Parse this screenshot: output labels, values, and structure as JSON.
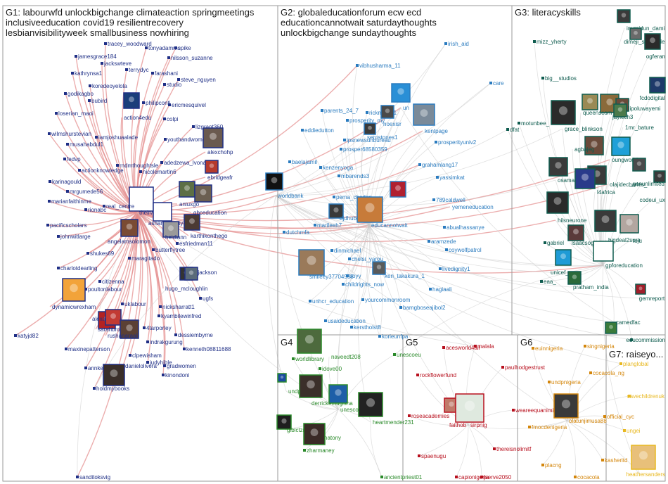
{
  "colors": {
    "g1": "#1f2f86",
    "g2": "#2a7bbf",
    "g3": "#0f5c4f",
    "g4": "#2a8a2a",
    "g5": "#b8101e",
    "g6": "#d4860b",
    "g7": "#e8b820",
    "edge_gray": "#c9c9c9",
    "edge_red": "#e48c8c"
  },
  "groups": [
    {
      "id": "G1",
      "title_lines": [
        "G1: labourwfd unlockbigchange climateaction springmeetings",
        "inclusiveeducation covid19 resilientrecovery",
        "lesbianvisibilityweek smallbusiness nowhiring"
      ]
    },
    {
      "id": "G2",
      "title_lines": [
        "G2: globaleducationforum ecw ecd",
        "educationcannotwait saturdaythoughts",
        "unlockbigchange sundaythoughts"
      ]
    },
    {
      "id": "G3",
      "title_lines": [
        "G3: literacyskills"
      ]
    },
    {
      "id": "G4",
      "title_lines": [
        "G4"
      ]
    },
    {
      "id": "G5",
      "title_lines": [
        "G5"
      ]
    },
    {
      "id": "G6",
      "title_lines": [
        "G6"
      ]
    },
    {
      "id": "G7",
      "title_lines": [
        "G7: raiseyo..."
      ]
    }
  ],
  "nodes": [
    {
      "label": "jamesgrace184",
      "group": "g1"
    },
    {
      "label": "tracey_woodward",
      "group": "g1"
    },
    {
      "label": "tonyadamms",
      "group": "g1"
    },
    {
      "label": "spike",
      "group": "g1"
    },
    {
      "label": "nilsson_suzanne",
      "group": "g1"
    },
    {
      "label": "jackswteve",
      "group": "g1"
    },
    {
      "label": "kathrynsa1",
      "group": "g1"
    },
    {
      "label": "terrydyc",
      "group": "g1"
    },
    {
      "label": "farashani",
      "group": "g1"
    },
    {
      "label": "koredeoyelola",
      "group": "g1"
    },
    {
      "label": "steve_nguyen",
      "group": "g1"
    },
    {
      "label": "studio",
      "group": "g1"
    },
    {
      "label": "godikagbo",
      "group": "g1"
    },
    {
      "label": "bubird",
      "group": "g1"
    },
    {
      "label": "philipconti",
      "group": "g1"
    },
    {
      "label": "ericmesquivel",
      "group": "g1"
    },
    {
      "label": "loserian_maoi",
      "group": "g1"
    },
    {
      "label": "action4edu",
      "group": "g1"
    },
    {
      "label": "colpi",
      "group": "g1"
    },
    {
      "label": "lizgrant360",
      "group": "g1"
    },
    {
      "label": "wilmshurstevian",
      "group": "g1"
    },
    {
      "label": "iamjoshuaalade",
      "group": "g1"
    },
    {
      "label": "youthandwomen",
      "group": "g1"
    },
    {
      "label": "musahabdul1",
      "group": "g1"
    },
    {
      "label": "alexchohp",
      "group": "g1"
    },
    {
      "label": "fedvp",
      "group": "g1"
    },
    {
      "label": "rndmthoughtsle",
      "group": "g1"
    },
    {
      "label": "adedzewa_lvona",
      "group": "g1"
    },
    {
      "label": "actionknowledge",
      "group": "g1"
    },
    {
      "label": "nicolemartin6",
      "group": "g1"
    },
    {
      "label": "ebridgeafr",
      "group": "g1"
    },
    {
      "label": "karinagould",
      "group": "g1"
    },
    {
      "label": "mrgumede56",
      "group": "g1"
    },
    {
      "label": "theirworld",
      "group": "g1"
    },
    {
      "label": "aniuxgo",
      "group": "g1"
    },
    {
      "label": "gbceducation",
      "group": "g1"
    },
    {
      "label": "marianfaithinme",
      "group": "g1"
    },
    {
      "label": "rionabc",
      "group": "g1"
    },
    {
      "label": "real_centre",
      "group": "g1"
    },
    {
      "label": "ashanticharity",
      "group": "g1"
    },
    {
      "label": "pacificscholars",
      "group": "g1"
    },
    {
      "label": "karthikonthego",
      "group": "g1"
    },
    {
      "label": "johnwitlarge",
      "group": "g1"
    },
    {
      "label": "angelamsolomon",
      "group": "g1"
    },
    {
      "label": "heidiann",
      "group": "g1"
    },
    {
      "label": "shukes69",
      "group": "g1"
    },
    {
      "label": "esfriedman11",
      "group": "g1"
    },
    {
      "label": "butterflytree",
      "group": "g1"
    },
    {
      "label": "maragitado",
      "group": "g1"
    },
    {
      "label": "charlotdearling",
      "group": "g1"
    },
    {
      "label": "dkjackson",
      "group": "g1"
    },
    {
      "label": "citizenna",
      "group": "g1"
    },
    {
      "label": "poultonlabour",
      "group": "g1"
    },
    {
      "label": "hugo_mcloughlin",
      "group": "g1"
    },
    {
      "label": "dynamicwrexham",
      "group": "g1"
    },
    {
      "label": "ugfs",
      "group": "g1"
    },
    {
      "label": "uklabour",
      "group": "g1"
    },
    {
      "label": "nicksharratt1",
      "group": "g1"
    },
    {
      "label": "kyambilewinfred",
      "group": "g1"
    },
    {
      "label": "alexander",
      "group": "g1"
    },
    {
      "label": "sarahbrownuk",
      "group": "g1"
    },
    {
      "label": "4tarporley",
      "group": "g1"
    },
    {
      "label": "dessiembyrne",
      "group": "g1"
    },
    {
      "label": "rushanaraali",
      "group": "g1"
    },
    {
      "label": "indrakgurung",
      "group": "g1"
    },
    {
      "label": "kenneth08811688",
      "group": "g1"
    },
    {
      "label": "maxinepatterson",
      "group": "g1"
    },
    {
      "label": "clpewisham",
      "group": "g1"
    },
    {
      "label": "judyhible",
      "group": "g1"
    },
    {
      "label": "annkee",
      "group": "g1"
    },
    {
      "label": "danielolivera",
      "group": "g1"
    },
    {
      "label": "gradwomen",
      "group": "g1"
    },
    {
      "label": "kinondoni",
      "group": "g1"
    },
    {
      "label": "holdmybooks",
      "group": "g1"
    },
    {
      "label": "sanditoksvig",
      "group": "g1"
    },
    {
      "label": "katyjd82",
      "group": "g1"
    },
    {
      "label": "worldbank",
      "group": "g2"
    },
    {
      "label": "vibhusharma_11",
      "group": "g2"
    },
    {
      "label": "irish_aid",
      "group": "g2"
    },
    {
      "label": "care",
      "group": "g2"
    },
    {
      "label": "un",
      "group": "g2"
    },
    {
      "label": "parents_24_7",
      "group": "g2"
    },
    {
      "label": "rickmate81",
      "group": "g2"
    },
    {
      "label": "noexisr",
      "group": "g2"
    },
    {
      "label": "prosperity_my",
      "group": "g2"
    },
    {
      "label": "eddiedutton",
      "group": "g2"
    },
    {
      "label": "kentpage",
      "group": "g2"
    },
    {
      "label": "ipsnewsunbureau",
      "group": "g2"
    },
    {
      "label": "serostones1",
      "group": "g2"
    },
    {
      "label": "prosperityuniv2",
      "group": "g2"
    },
    {
      "label": "prosper68580359",
      "group": "g2"
    },
    {
      "label": "baelajamil",
      "group": "g2"
    },
    {
      "label": "grahamlang17",
      "group": "g2"
    },
    {
      "label": "kenzenyoga",
      "group": "g2"
    },
    {
      "label": "mbarends3",
      "group": "g2"
    },
    {
      "label": "yassimkat",
      "group": "g2"
    },
    {
      "label": "pema_chodon",
      "group": "g2"
    },
    {
      "label": "789caldwell",
      "group": "g2"
    },
    {
      "label": "djdhubaibi",
      "group": "g2"
    },
    {
      "label": "yemeneducation",
      "group": "g2"
    },
    {
      "label": "dutchmfa",
      "group": "g2"
    },
    {
      "label": "marileeh7",
      "group": "g2"
    },
    {
      "label": "educannotwait",
      "group": "g2"
    },
    {
      "label": "abualhassanye",
      "group": "g2"
    },
    {
      "label": "aramzede",
      "group": "g2"
    },
    {
      "label": "coywolfpatrol",
      "group": "g2"
    },
    {
      "label": "dinmichael",
      "group": "g2"
    },
    {
      "label": "chelsi_yarou",
      "group": "g2"
    },
    {
      "label": "livedignity1",
      "group": "g2"
    },
    {
      "label": "smileey37704968",
      "group": "g2"
    },
    {
      "label": "soyy",
      "group": "g2"
    },
    {
      "label": "ken_takakura_1",
      "group": "g2"
    },
    {
      "label": "childrights_now",
      "group": "g2"
    },
    {
      "label": "hagiaali",
      "group": "g2"
    },
    {
      "label": "unhcr_education",
      "group": "g2"
    },
    {
      "label": "yourcommonroom",
      "group": "g2"
    },
    {
      "label": "bamgboseajibol2",
      "group": "g2"
    },
    {
      "label": "usaideducation",
      "group": "g2"
    },
    {
      "label": "kerstholst8",
      "group": "g2"
    },
    {
      "label": "korieunfpa",
      "group": "g2"
    },
    {
      "label": "mizz_yherty",
      "group": "g3"
    },
    {
      "label": "inumidun_dami",
      "group": "g3"
    },
    {
      "label": "dimeji_shotunde",
      "group": "g3"
    },
    {
      "label": "ogferan",
      "group": "g3"
    },
    {
      "label": "big__studios",
      "group": "g3"
    },
    {
      "label": "fcdodigital",
      "group": "g3"
    },
    {
      "label": "philipoluwayemi",
      "group": "g3"
    },
    {
      "label": "queenscom",
      "group": "g3"
    },
    {
      "label": "jaylech3",
      "group": "g3"
    },
    {
      "label": "motunbee_",
      "group": "g3"
    },
    {
      "label": "dfat",
      "group": "g3"
    },
    {
      "label": "grace_blinkson",
      "group": "g3"
    },
    {
      "label": "1mr_bature",
      "group": "g3"
    },
    {
      "label": "agbajeg",
      "group": "g3"
    },
    {
      "label": "osamagodwin",
      "group": "g3"
    },
    {
      "label": "oungworld",
      "group": "g3"
    },
    {
      "label": "olajidecharles_",
      "group": "g3"
    },
    {
      "label": "l4africa",
      "group": "g3"
    },
    {
      "label": "_genunlimited",
      "group": "g3"
    },
    {
      "label": "codeui_ux",
      "group": "g3"
    },
    {
      "label": "hilsneurone",
      "group": "g3"
    },
    {
      "label": "gabriel",
      "group": "g3"
    },
    {
      "label": "isaacsogo",
      "group": "g3"
    },
    {
      "label": "bigdeal2sure",
      "group": "g3"
    },
    {
      "label": "toju",
      "group": "g3"
    },
    {
      "label": "gpforeducation",
      "group": "g3"
    },
    {
      "label": "unicef_",
      "group": "g3"
    },
    {
      "label": "eaa_",
      "group": "g3"
    },
    {
      "label": "pratham_india",
      "group": "g3"
    },
    {
      "label": "gemreport",
      "group": "g3"
    },
    {
      "label": "camedfac",
      "group": "g3"
    },
    {
      "label": "educommission",
      "group": "g3"
    },
    {
      "label": "naveedt208",
      "group": "g4"
    },
    {
      "label": "worldlibrary",
      "group": "g4"
    },
    {
      "label": "idove00",
      "group": "g4"
    },
    {
      "label": "unescoeu",
      "group": "g4"
    },
    {
      "label": "undp",
      "group": "g4"
    },
    {
      "label": "derrickemugisha",
      "group": "g4"
    },
    {
      "label": "unesco",
      "group": "g4"
    },
    {
      "label": "heartmender231",
      "group": "g4"
    },
    {
      "label": "glblctzn",
      "group": "g4"
    },
    {
      "label": "natony",
      "group": "g4"
    },
    {
      "label": "zharmaney",
      "group": "g4"
    },
    {
      "label": "ancientpriest01",
      "group": "g4"
    },
    {
      "label": "acesworld4all",
      "group": "g5"
    },
    {
      "label": "malala",
      "group": "g5"
    },
    {
      "label": "paulhodgestrust",
      "group": "g5"
    },
    {
      "label": "rockflowerfund",
      "group": "g5"
    },
    {
      "label": "weareequanimity",
      "group": "g5"
    },
    {
      "label": "roseacademies",
      "group": "g5"
    },
    {
      "label": "faithob",
      "group": "g5"
    },
    {
      "label": "sirpnig",
      "group": "g5"
    },
    {
      "label": "thereisnolimitf",
      "group": "g5"
    },
    {
      "label": "spaenugu",
      "group": "g5"
    },
    {
      "label": "capionigeria",
      "group": "g5"
    },
    {
      "label": "jserve2050",
      "group": "g5"
    },
    {
      "label": "euinnigeria",
      "group": "g6"
    },
    {
      "label": "singnigeria",
      "group": "g6"
    },
    {
      "label": "cocacola_ng",
      "group": "g6"
    },
    {
      "label": "undpnigeria",
      "group": "g6"
    },
    {
      "label": "fmocdenigeria",
      "group": "g6"
    },
    {
      "label": "olatunjimusa88",
      "group": "g6"
    },
    {
      "label": "official_cyc",
      "group": "g6"
    },
    {
      "label": "placng",
      "group": "g6"
    },
    {
      "label": "cocacola",
      "group": "g6"
    },
    {
      "label": "kasheritd",
      "group": "g6"
    },
    {
      "label": "planglobal",
      "group": "g7"
    },
    {
      "label": "savechildrenuk",
      "group": "g7"
    },
    {
      "label": "ungei",
      "group": "g7"
    },
    {
      "label": "heathersanders",
      "group": "g7"
    }
  ]
}
